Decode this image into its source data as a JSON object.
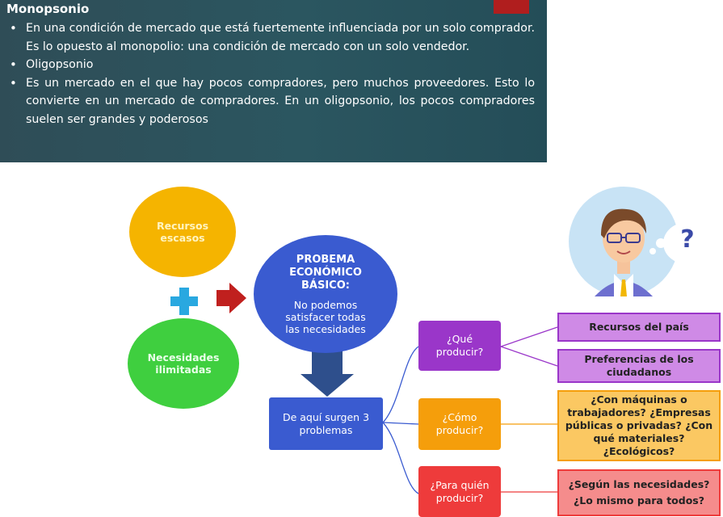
{
  "slide": {
    "title": "Monopsonio",
    "bullets": [
      "En una condición de mercado que está fuertemente influenciada por un solo comprador. Es lo opuesto al monopolio: una condición de mercado con un solo vendedor.",
      "Oligopsonio",
      "Es un mercado en el que hay pocos compradores, pero muchos proveedores. Esto lo convierte en un mercado de compradores. En un oligopsonio, los pocos compradores suelen ser grandes y poderosos"
    ]
  },
  "diagram": {
    "recursos_escasos": "Recursos escasos",
    "necesidades": "Necesidades ilimitadas",
    "problema_title": "PROBEMA ECONÓMICO BÁSICO:",
    "problema_body": "No podemos satisfacer todas las necesidades",
    "surgen": "De aquí surgen 3 problemas",
    "que": "¿Qué producir?",
    "como": "¿Cómo producir?",
    "quien": "¿Para quién producir?",
    "recursos_pais": "Recursos del país",
    "preferencias": "Preferencias de los ciudadanos",
    "maquinas": "¿Con máquinas o trabajadores? ¿Empresas públicas o privadas? ¿Con qué materiales? ¿Ecológicos?",
    "segun": "¿Según las necesidades? ¿Lo mismo para todos?",
    "thought_mark": "?"
  },
  "colors": {
    "slide_bg": "#2c525c",
    "orange_circle": "#f5b400",
    "green_circle": "#3fcf3f",
    "blue_circle": "#3a5bd0",
    "plus": "#29a8e0",
    "red_arrow": "#c0201e",
    "down_arrow": "#2e4f8c",
    "purple": "#9a36c9",
    "purple_light": "#cf8ae6",
    "orange": "#f59e0b",
    "orange_light": "#fbc862",
    "red": "#ee3b3b",
    "red_light": "#f58c8c"
  }
}
